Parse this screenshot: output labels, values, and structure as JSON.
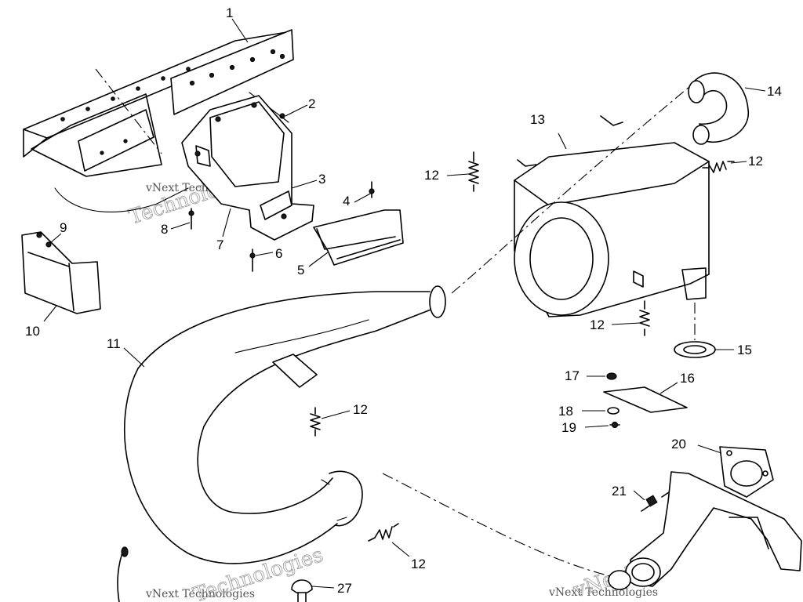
{
  "watermark": {
    "company": "vNext Technologies",
    "word_a": "vNext",
    "word_b": "Technologies"
  },
  "callouts": {
    "c1": "1",
    "c2": "2",
    "c3": "3",
    "c4": "4",
    "c5": "5",
    "c6": "6",
    "c7": "7",
    "c8": "8",
    "c9": "9",
    "c10": "10",
    "c11": "11",
    "c12": "12",
    "c13": "13",
    "c14": "14",
    "c15": "15",
    "c16": "16",
    "c17": "17",
    "c18": "18",
    "c19": "19",
    "c20": "20",
    "c21": "21",
    "c27": "27"
  }
}
